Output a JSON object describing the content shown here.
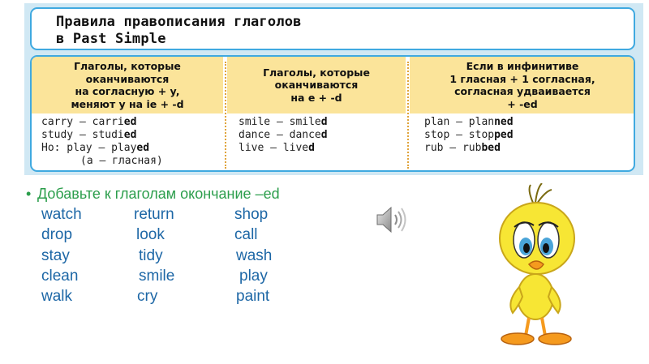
{
  "title": "Правила правописания глаголов\nв Past Simple",
  "columns": [
    {
      "header": "Глаголы, которые\nоканчиваются\nна согласную + y,\nменяют y на ie + -d",
      "examples": [
        {
          "base": "carry",
          "dash": " — ",
          "stem": "carri",
          "ending": "ed"
        },
        {
          "base": "study",
          "dash": " — ",
          "stem": "studi",
          "ending": "ed"
        },
        {
          "base": "Ho: play",
          "dash": " — ",
          "stem": "play",
          "ending": "ed"
        }
      ],
      "note": "(a — гласная)"
    },
    {
      "header": "Глаголы, которые\nоканчиваются\nна e + -d",
      "examples": [
        {
          "base": "smile",
          "dash": " — ",
          "stem": "smile",
          "ending": "d"
        },
        {
          "base": "dance",
          "dash": " — ",
          "stem": "dance",
          "ending": "d"
        },
        {
          "base": "live",
          "dash": " — ",
          "stem": "live",
          "ending": "d"
        }
      ]
    },
    {
      "header": "Если в инфинитиве\n1 гласная + 1 согласная,\nсогласная удваивается\n+ -ed",
      "examples": [
        {
          "base": "plan",
          "dash": " — ",
          "stem": "plan",
          "ending": "ned"
        },
        {
          "base": "stop",
          "dash": " — ",
          "stem": "stop",
          "ending": "ped"
        },
        {
          "base": "rub",
          "dash": " — ",
          "stem": "rub",
          "ending": "bed"
        }
      ]
    }
  ],
  "task": {
    "bullet": "•",
    "text": "Добавьте к глаголам окончание –ed"
  },
  "words": [
    [
      "watch",
      "return",
      "shop"
    ],
    [
      "drop",
      "look",
      "call"
    ],
    [
      "stay",
      "tidy",
      "wash"
    ],
    [
      "clean",
      "smile",
      "play"
    ],
    [
      "walk",
      "cry",
      "paint"
    ]
  ],
  "colors": {
    "panel_bg": "#d0e8f4",
    "border": "#3fa9e0",
    "header_bg": "#fbe49a",
    "task_green": "#2c9e4c",
    "word_blue": "#1d67a6"
  },
  "icons": {
    "speaker": "speaker-icon",
    "character": "yellow-bird-illustration"
  }
}
